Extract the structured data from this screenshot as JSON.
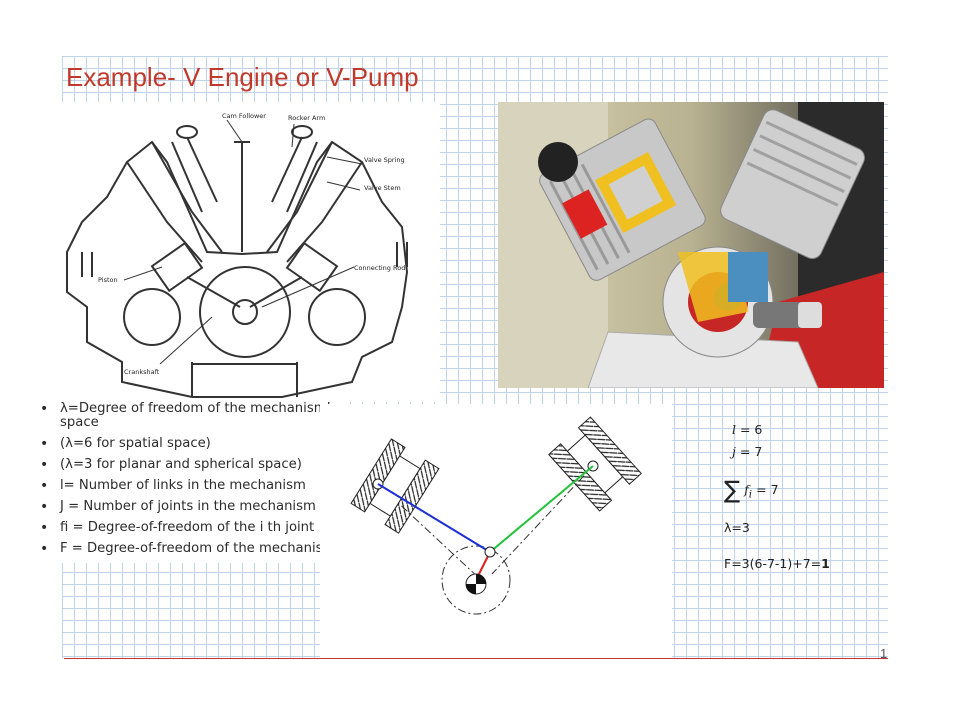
{
  "slide": {
    "title": "Example- V Engine  or  V-Pump",
    "page_number": "1"
  },
  "diagram": {
    "labels": {
      "cam_follower": "Cam Follower",
      "rocker_arm": "Rocker Arm",
      "valve_spring": "Valve Spring",
      "valve_stem": "Valve Stem",
      "piston": "Piston",
      "connecting_rod": "Connecting Rod",
      "crankshaft": "Crankshaft"
    }
  },
  "bullets": [
    "λ=Degree of freedom of the mechanism’s space",
    "(λ=6 for spatial space)",
    "(λ=3 for planar and spherical space)",
    "l= Number of links in the mechanism",
    "J = Number of joints in the mechanism",
    "fi = Degree-of-freedom of the i th joint",
    "F = Degree-of-freedom of the mechanism"
  ],
  "formulas": {
    "l_var": "l",
    "l_val": "= 6",
    "j_var": "j",
    "j_val": "= 7",
    "sum_sym": "∑",
    "fi_var": "f",
    "fi_sub": "i",
    "fi_val": "= 7",
    "lambda": "λ=3",
    "f_expr": "F=3(6-7-1)+7=",
    "f_result": "1"
  },
  "colors": {
    "title": "#c0392b",
    "link_blue": "#1a2fd6",
    "link_green": "#22c23a",
    "link_red": "#e02020",
    "grid": "#bfd3ea"
  }
}
